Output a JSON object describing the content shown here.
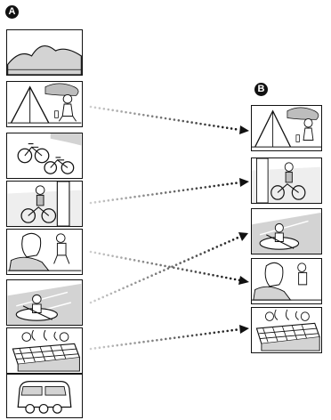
{
  "labels": {
    "left": "A",
    "right": "B"
  },
  "colors": {
    "line": "#111111",
    "sky": "#cfcfcf",
    "dots": "#8a8a8a"
  },
  "left_column": {
    "thumbnails": [
      {
        "scene": "mountains"
      },
      {
        "scene": "tent-camping"
      },
      {
        "scene": "two-bicycles"
      },
      {
        "scene": "boy-on-bicycle-tree"
      },
      {
        "scene": "kids-on-rocks"
      },
      {
        "scene": "boy-in-canoe"
      },
      {
        "scene": "barbecue-grill"
      },
      {
        "scene": "camper-van"
      }
    ]
  },
  "right_column": {
    "thumbnails": [
      {
        "scene": "tent-camping"
      },
      {
        "scene": "boy-on-bicycle-tree"
      },
      {
        "scene": "boy-in-canoe"
      },
      {
        "scene": "kids-on-rocks"
      },
      {
        "scene": "barbecue-grill"
      }
    ]
  }
}
